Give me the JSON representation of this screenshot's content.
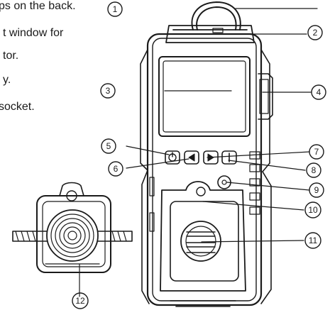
{
  "text_fragments": [
    "ps on the back.",
    "t window for",
    "tor.",
    "y.",
    " socket."
  ],
  "callouts": [
    "1",
    "2",
    "3",
    "4",
    "5",
    "6",
    "7",
    "8",
    "9",
    "10",
    "11",
    "12"
  ],
  "colors": {
    "ink": "#1a1a1a",
    "background": "#ffffff"
  }
}
